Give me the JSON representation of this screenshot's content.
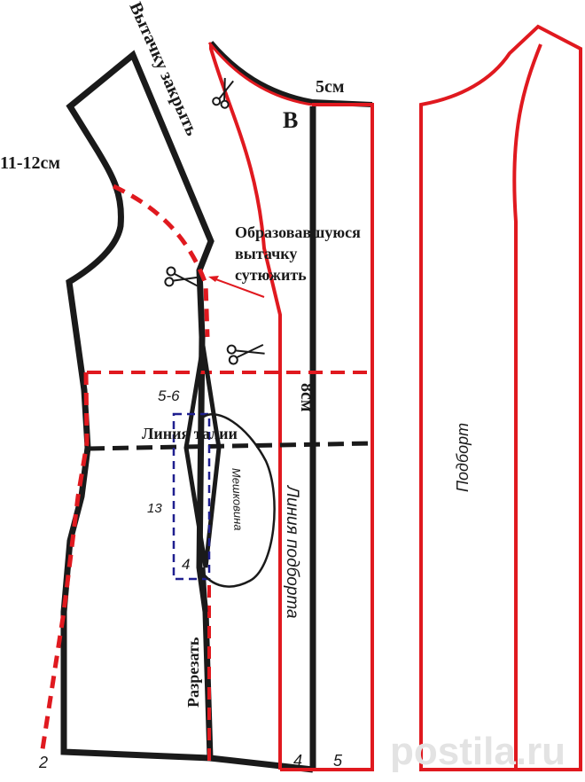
{
  "diagram": {
    "labels": {
      "dart_close": "Вытачку закрыть",
      "shoulder_measure": "11-12см",
      "neck_measure": "5см",
      "point_b": "В",
      "press_dart_line1": "Образовавшуюся",
      "press_dart_line2": "вытачку",
      "press_dart_line3": "сутюжить",
      "dart_depth": "5-6",
      "waist_line": "Линия талии",
      "pocket_measure": "8см",
      "pocket_label": "Мешковина",
      "pocket_height": "13",
      "pocket_width": "4",
      "cut_label": "Разрезать",
      "facing_line": "Линия подборта",
      "facing_piece": "Подборт",
      "hem_point_2": "2",
      "hem_point_4": "4",
      "hem_point_5": "5"
    },
    "watermark": "postila.ru",
    "colors": {
      "outline": "#1a1a1a",
      "construction": "#e0191f",
      "pocket_frame": "#1f1f8f"
    }
  }
}
